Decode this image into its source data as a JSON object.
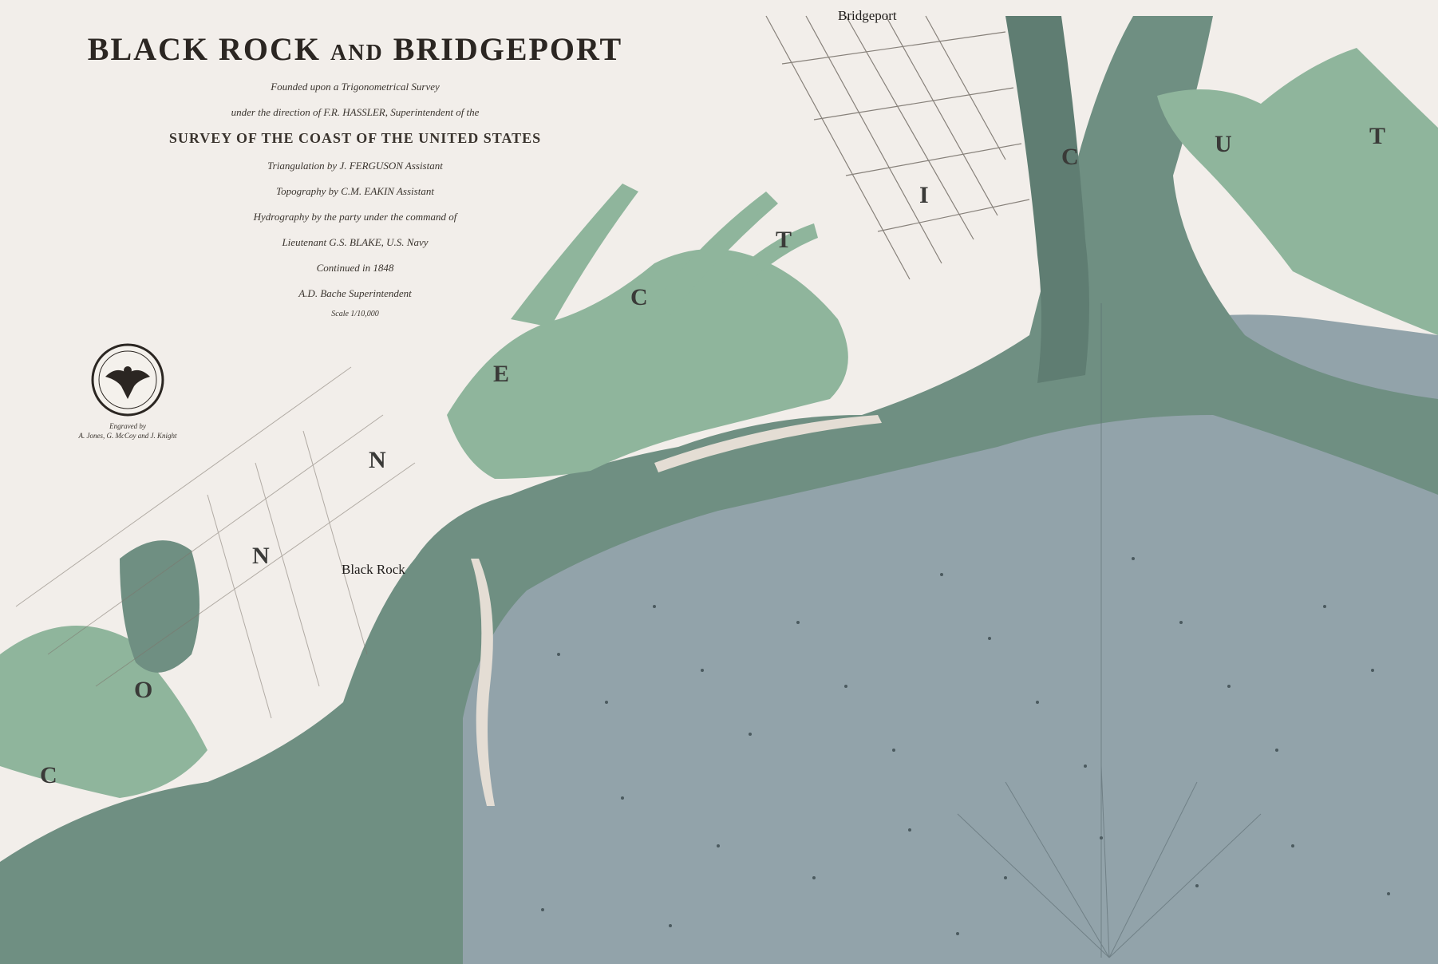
{
  "title": {
    "main_left": "BLACK ROCK",
    "main_and": "AND",
    "main_right": "BRIDGEPORT",
    "lines": [
      "Founded upon a Trigonometrical Survey",
      "under the direction of F.R. HASSLER, Superintendent of the"
    ],
    "survey_line": "SURVEY OF THE COAST OF THE UNITED STATES",
    "credits": [
      "Triangulation by J. FERGUSON Assistant",
      "Topography by C.M. EAKIN Assistant",
      "Hydrography by the party under the command of",
      "Lieutenant G.S. BLAKE, U.S. Navy",
      "Continued in 1848",
      "A.D. Bache Superintendent"
    ],
    "scale_note": "Scale 1/10,000"
  },
  "seal": {
    "icon": "eagle-seal-icon",
    "credit_line_1": "Engraved by",
    "credit_line_2": "A. Jones, G. McCoy and J. Knight"
  },
  "labels": {
    "bridgeport": "Bridgeport",
    "black_rock": "Black Rock",
    "letters_connecticut": [
      "C",
      "O",
      "N",
      "N",
      "E",
      "C",
      "T",
      "I",
      "C",
      "U",
      "T"
    ]
  },
  "colors": {
    "land": "#f2eeea",
    "marsh": "#8fb59c",
    "shallow_water": "#6f8f82",
    "deep_water": "#92a3aa",
    "road": "#d9d2ca"
  }
}
